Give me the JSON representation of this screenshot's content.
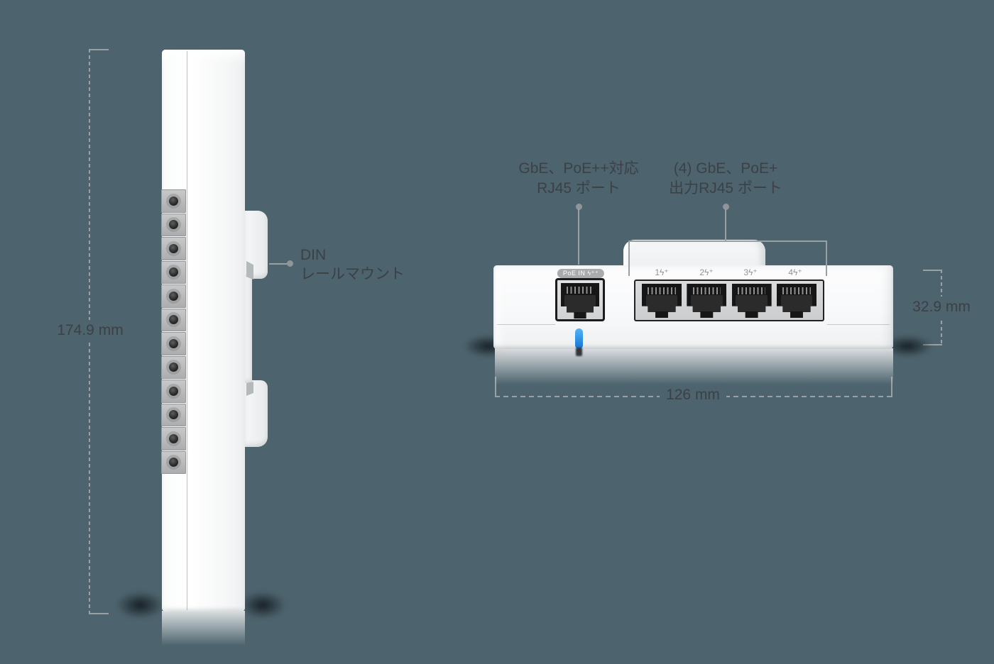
{
  "page": {
    "background_color": "#4d636d",
    "annotation_line_color": "#9aa1a4",
    "text_color": "#3b4146",
    "device_color": "#f8f9fa",
    "led_color": "#2196f3"
  },
  "side_view": {
    "height_dimension": "174.9 mm",
    "din_label": {
      "line1": "DIN",
      "line2": "レールマウント"
    },
    "screw_count": 12
  },
  "front_view": {
    "poe_in_label": {
      "line1": "GbE、PoE++対応",
      "line2": "RJ45 ポート"
    },
    "poe_out_label": {
      "line1": "(4) GbE、PoE+",
      "line2": "出力RJ45 ポート"
    },
    "poe_in_badge": "PoE IN ϟ⁺⁺",
    "port_labels": [
      "1ϟ⁺",
      "2ϟ⁺",
      "3ϟ⁺",
      "4ϟ⁺"
    ],
    "height_dimension": "32.9 mm",
    "width_dimension": "126 mm"
  }
}
